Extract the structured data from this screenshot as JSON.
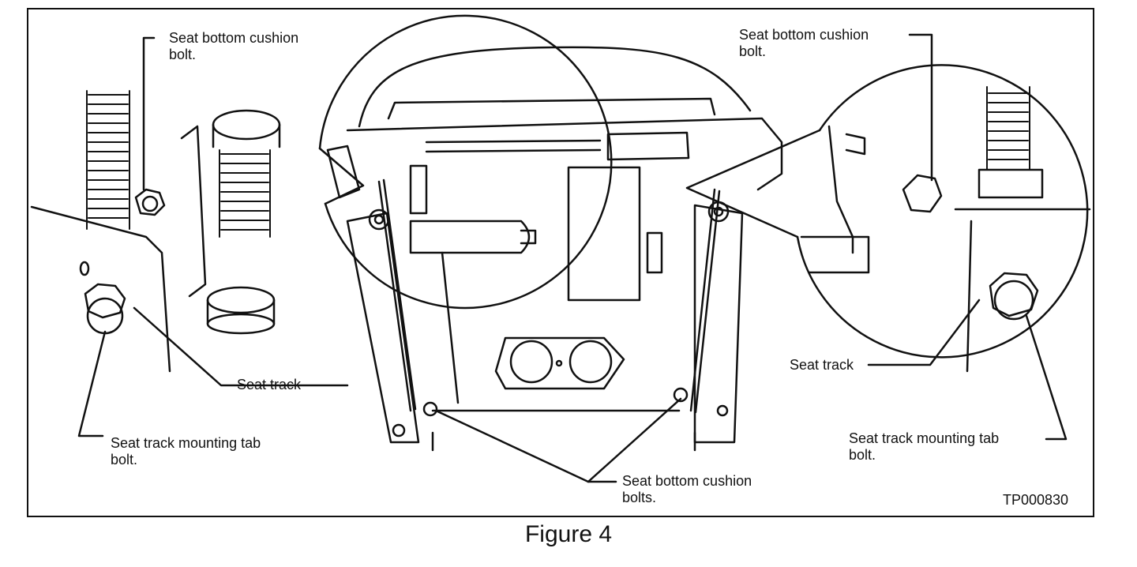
{
  "labels": {
    "top_left": "Seat bottom cushion\nbolt.",
    "top_right": "Seat bottom cushion\nbolt.",
    "seat_track_left": "Seat track",
    "seat_track_right": "Seat track",
    "mounting_left": "Seat track mounting tab\nbolt.",
    "mounting_right": "Seat track mounting tab\nbolt.",
    "bottom_center": "Seat bottom cushion\nbolts."
  },
  "figure_id": "TP000830",
  "caption": "Figure 4"
}
